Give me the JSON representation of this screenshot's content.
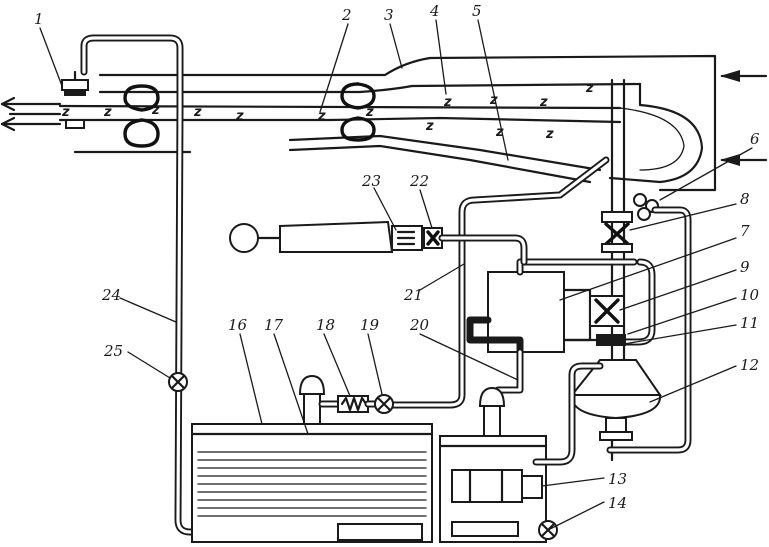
{
  "diagram": {
    "labels": [
      {
        "id": "1",
        "text": "1"
      },
      {
        "id": "2",
        "text": "2"
      },
      {
        "id": "3",
        "text": "3"
      },
      {
        "id": "4",
        "text": "4"
      },
      {
        "id": "5",
        "text": "5"
      },
      {
        "id": "6",
        "text": "6"
      },
      {
        "id": "7",
        "text": "7"
      },
      {
        "id": "8",
        "text": "8"
      },
      {
        "id": "9",
        "text": "9"
      },
      {
        "id": "10",
        "text": "10"
      },
      {
        "id": "11",
        "text": "11"
      },
      {
        "id": "12",
        "text": "12"
      },
      {
        "id": "13",
        "text": "13"
      },
      {
        "id": "14",
        "text": "14"
      },
      {
        "id": "16",
        "text": "16"
      },
      {
        "id": "17",
        "text": "17"
      },
      {
        "id": "18",
        "text": "18"
      },
      {
        "id": "19",
        "text": "19"
      },
      {
        "id": "20",
        "text": "20"
      },
      {
        "id": "21",
        "text": "21"
      },
      {
        "id": "22",
        "text": "22"
      },
      {
        "id": "23",
        "text": "23"
      },
      {
        "id": "24",
        "text": "24"
      },
      {
        "id": "25",
        "text": "25"
      }
    ],
    "flow_marks": [
      "z",
      "z",
      "z",
      "z",
      "z",
      "z",
      "z",
      "z",
      "z",
      "z",
      "z",
      "z",
      "z",
      "z"
    ]
  }
}
